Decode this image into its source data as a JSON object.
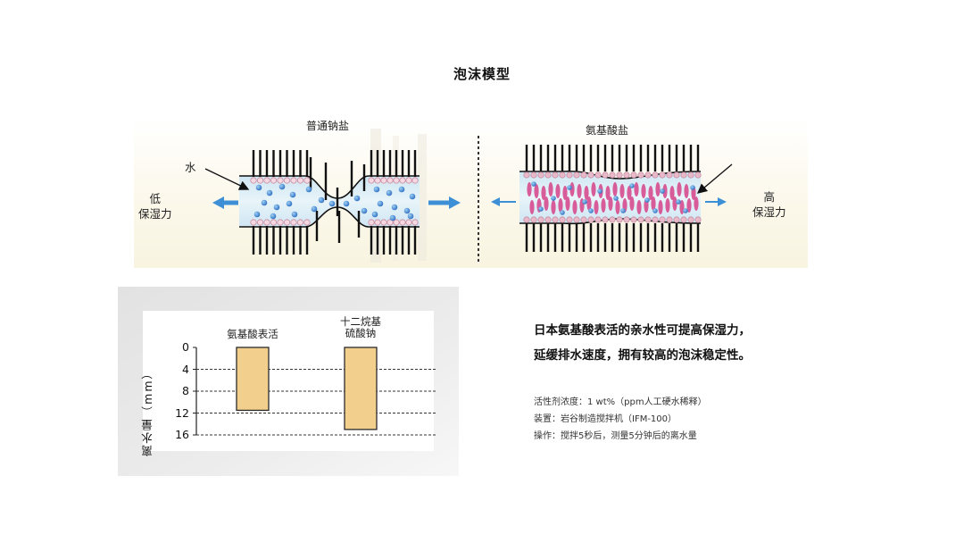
{
  "title": "泡沫模型",
  "foam_model": {
    "left": {
      "title": "普通钠盐",
      "water_label": "水",
      "retention_line1": "低",
      "retention_line2": "保湿力"
    },
    "right": {
      "title": "氨基酸盐",
      "retention_line1": "高",
      "retention_line2": "保湿力"
    }
  },
  "chart_data": {
    "type": "bar",
    "title": "",
    "categories": [
      "氨基酸表活",
      "十二烷基硫酸钠"
    ],
    "category_lines": [
      [
        "氨基酸表活"
      ],
      [
        "十二烷基",
        "硫酸钠"
      ]
    ],
    "values": [
      11.5,
      15
    ],
    "ylabel": "离水量（mm）",
    "ylim": [
      0,
      16
    ],
    "yticks": [
      0,
      4,
      8,
      12,
      16
    ],
    "y_inverted": true,
    "bar_color": "#f2cf8c",
    "grid": "dashed horizontal"
  },
  "summary": {
    "headline_line1": "日本氨基酸表活的亲水性可提高保湿力，",
    "headline_line2": "延缓排水速度，拥有较高的泡沫稳定性。",
    "notes": [
      "活性剂浓度：1 wt%（ppm人工硬水稀释）",
      "装置：岩谷制造搅拌机（IFM-100）",
      "操作：搅拌5秒后，测量5分钟后的离水量"
    ]
  },
  "colors": {
    "arrow_blue": "#3d8fd6",
    "bubble_blue": "#2f6fc0",
    "surfactant_pink": "#d64b8e",
    "bubble_pink": "#e9b8c9",
    "water_band": "#d6ecf5"
  }
}
